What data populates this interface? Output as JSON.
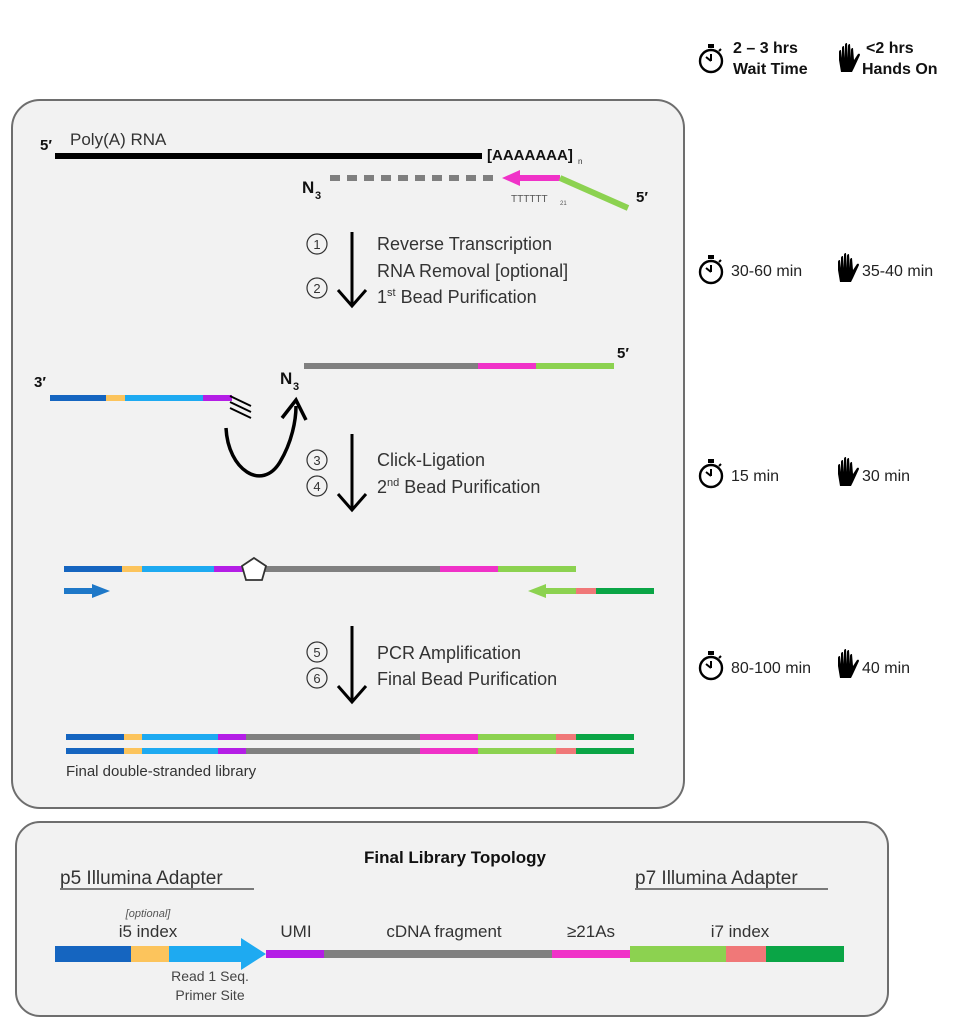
{
  "header": {
    "wait_time_value": "2 – 3 hrs",
    "wait_time_label": "Wait Time",
    "hands_on_value": "<2 hrs",
    "hands_on_label": "Hands On"
  },
  "workflow": {
    "polya_label": "Poly(A) RNA",
    "five_prime_1": "5′",
    "polya_tail": "[AAAAAAA]",
    "polya_tail_sub": "n",
    "n3_label": "N",
    "n3_sub": "3",
    "primer_tail": "TTTTTT",
    "primer_tail_sub": "21",
    "five_prime_2": "5′",
    "three_prime": "3′",
    "five_prime_3": "5′",
    "n3_label_2": "N",
    "n3_sub_2": "3",
    "final_library_label": "Final double-stranded library"
  },
  "steps": [
    {
      "num": "1",
      "label": "Reverse Transcription"
    },
    {
      "num": "",
      "label": "RNA Removal [optional]"
    },
    {
      "num": "2",
      "label": "1",
      "sup": "st",
      "rest": " Bead Purification"
    },
    {
      "num": "3",
      "label": "Click-Ligation"
    },
    {
      "num": "4",
      "label": "2",
      "sup": "nd",
      "rest": " Bead Purification"
    },
    {
      "num": "5",
      "label": "PCR Amplification"
    },
    {
      "num": "6",
      "label": "Final Bead Purification"
    }
  ],
  "timings": [
    {
      "wait": "30-60 min",
      "hands": "35-40 min"
    },
    {
      "wait": "15 min",
      "hands": "30 min"
    },
    {
      "wait": "80-100 min",
      "hands": "40 min"
    }
  ],
  "topology": {
    "title": "Final Library Topology",
    "p5_label": "p5 Illumina Adapter",
    "p7_label": "p7 Illumina Adapter",
    "optional": "[optional]",
    "i5_index": "i5 index",
    "read1_line1": "Read 1 Seq.",
    "read1_line2": "Primer Site",
    "umi": "UMI",
    "cdna": "cDNA fragment",
    "polya": "≥21As",
    "i7_index": "i7 index"
  },
  "colors": {
    "dark_blue": "#1565c0",
    "light_blue": "#1eaaf1",
    "yellow": "#fcc45c",
    "purple": "#b41ee6",
    "gray": "#808080",
    "magenta": "#f032c8",
    "light_green": "#8cd250",
    "salmon": "#f07878",
    "green": "#0aa546",
    "panel": "#f2f2f2"
  }
}
